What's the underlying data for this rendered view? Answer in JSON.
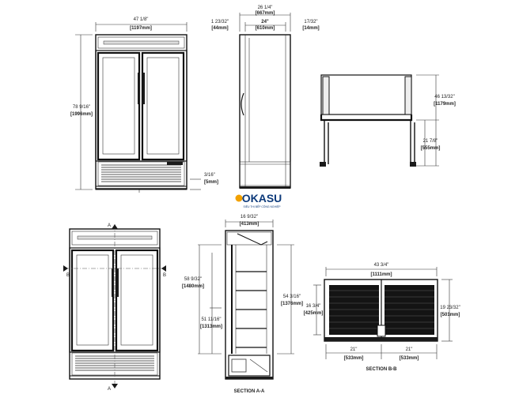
{
  "front_view": {
    "width_in": "47 1/8\"",
    "width_mm": "[1197mm]",
    "height_in": "78 9/16\"",
    "height_mm": "[1996mm]",
    "leg_in": "3/16\"",
    "leg_mm": "[5mm]"
  },
  "side_view": {
    "depth_in": "26 1/4\"",
    "depth_mm": "[667mm]",
    "body_in": "24\"",
    "body_mm": "[610mm]",
    "front_offset_in": "1 23/32\"",
    "front_offset_mm": "[44mm]",
    "rear_offset_in": "17/32\"",
    "rear_offset_mm": "[14mm]"
  },
  "door_open_view": {
    "total_in": "46 13/32\"",
    "total_mm": "[1179mm]",
    "lower_in": "21 7/8\"",
    "lower_mm": "[555mm]"
  },
  "logo": {
    "brand": "OKASU",
    "tagline": "SIÊU THỊ BẾP CÔNG NGHIỆP"
  },
  "front_marked": {
    "section_a": "A",
    "section_b": "B"
  },
  "section_a": {
    "caption": "SECTION A-A",
    "top_in": "16 9/32\"",
    "top_mm": "[413mm]",
    "left_in": "58 9/32\"",
    "left_mm": "[1480mm]",
    "inner_in": "51 11/16\"",
    "inner_mm": "[1313mm]",
    "right_in": "54 3/16\"",
    "right_mm": "[1376mm]"
  },
  "section_b": {
    "caption": "SECTION B-B",
    "width_in": "43 3/4\"",
    "width_mm": "[1111mm]",
    "left_in": "16 3/4\"",
    "left_mm": "[425mm]",
    "right_in": "19 23/32\"",
    "right_mm": "[501mm]",
    "half_left_in": "21\"",
    "half_left_mm": "[533mm]",
    "half_right_in": "21\"",
    "half_right_mm": "[533mm]"
  }
}
